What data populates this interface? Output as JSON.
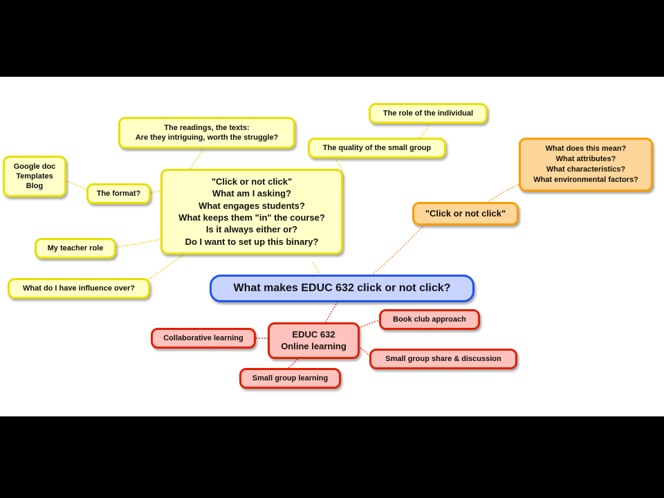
{
  "central": "What makes EDUC 632 click or not click?",
  "yellow": {
    "main": [
      "\"Click or not click\"",
      "What am I asking?",
      "What engages students?",
      "What keeps them \"in\" the course?",
      "Is it always either or?",
      "Do I want to set up this binary?"
    ],
    "readings": [
      "The readings, the texts:",
      "Are they intriguing, worth the struggle?"
    ],
    "individual": "The role of the individual",
    "small_group_quality": "The quality of the small group",
    "google_doc": [
      "Google doc",
      "Templates",
      "Blog"
    ],
    "format": "The format?",
    "teacher_role": "My teacher role",
    "influence": "What do I have influence over?"
  },
  "orange": {
    "click": "\"Click or not click\"",
    "meaning": [
      "What does this mean?",
      "What attributes?",
      "What characteristics?",
      "What environmental factors?"
    ]
  },
  "red": {
    "educ": [
      "EDUC 632",
      "Online learning"
    ],
    "collaborative": "Collaborative learning",
    "book_club": "Book club approach",
    "share": "Small group share & discussion",
    "small_group_learning": "Small group learning"
  },
  "colors": {
    "yellow_fill": "#ffffc8",
    "yellow_border": "#e8e000",
    "orange_fill": "#ffd699",
    "orange_border": "#ff9b00",
    "red_fill": "#ffc2bc",
    "red_border": "#e02000",
    "blue_fill": "#c8d4ff",
    "blue_border": "#1d55f0"
  }
}
